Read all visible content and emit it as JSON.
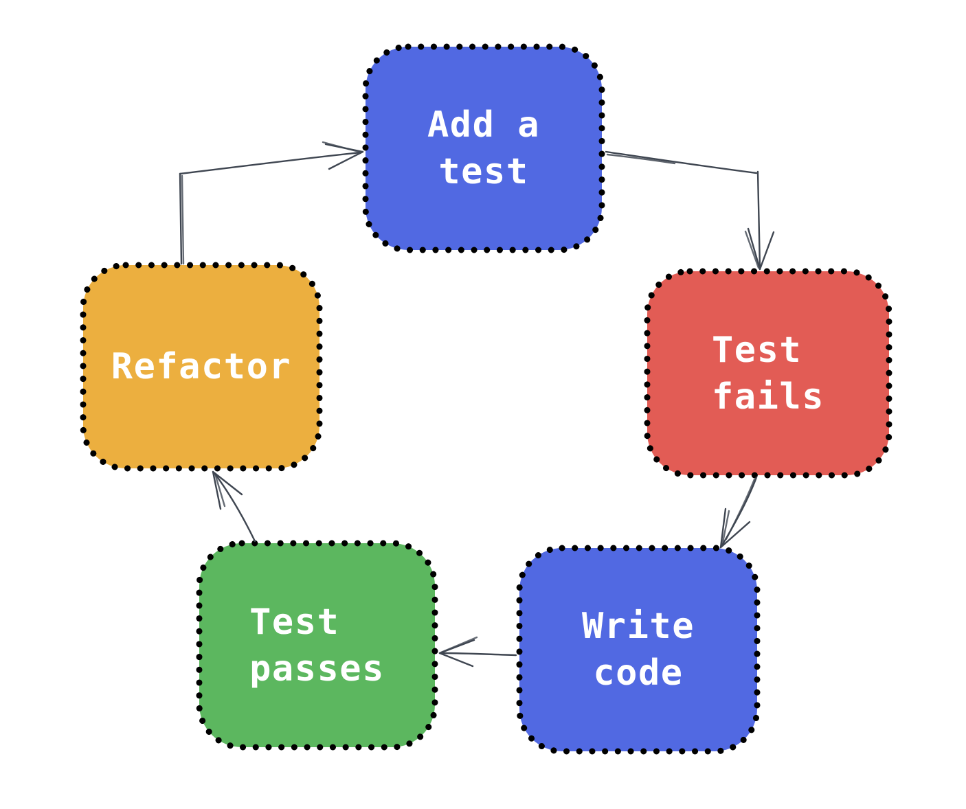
{
  "diagram": {
    "type": "flowchart",
    "description": "test-driven development cycle",
    "background": "#ffffff",
    "arrow_color": "#3f4651",
    "border_color": "#000000",
    "text_color": "#ffffff",
    "nodes": [
      {
        "id": "add-a-test",
        "lines": [
          "Add a",
          "test"
        ],
        "color": "#5169e2"
      },
      {
        "id": "test-fails",
        "lines": [
          "Test",
          "fails"
        ],
        "color": "#e25c55"
      },
      {
        "id": "refactor",
        "lines": [
          "Refactor"
        ],
        "color": "#ecaf3f"
      },
      {
        "id": "test-passes",
        "lines": [
          "Test",
          "passes"
        ],
        "color": "#5cb75f"
      },
      {
        "id": "write-code",
        "lines": [
          "Write",
          "code"
        ],
        "color": "#5169e2"
      }
    ],
    "edges": [
      {
        "from": "add-a-test",
        "to": "test-fails"
      },
      {
        "from": "test-fails",
        "to": "write-code"
      },
      {
        "from": "write-code",
        "to": "test-passes"
      },
      {
        "from": "test-passes",
        "to": "refactor"
      },
      {
        "from": "refactor",
        "to": "add-a-test"
      }
    ]
  }
}
